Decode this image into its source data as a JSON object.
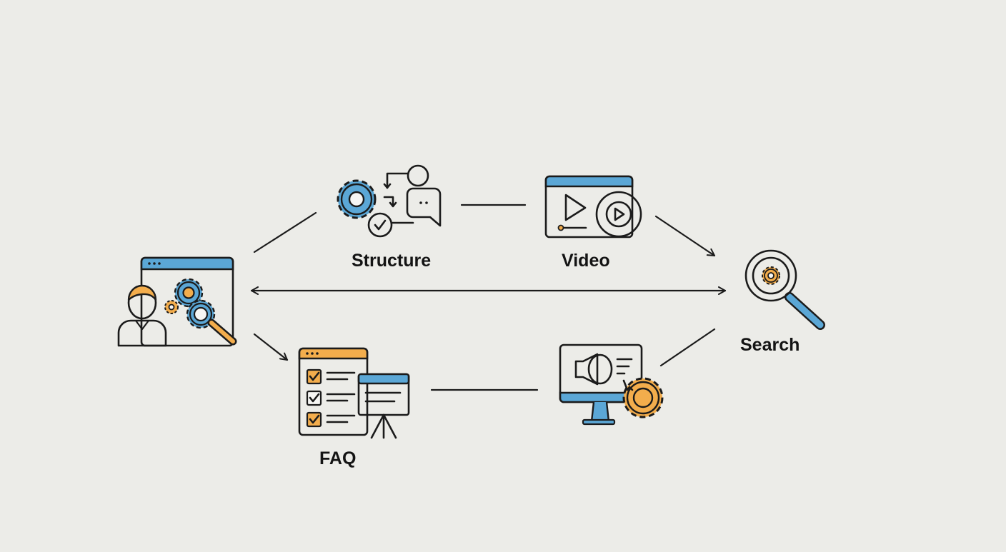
{
  "labels": {
    "structure": "Structure",
    "video": "Video",
    "search": "Search",
    "faq": "FAQ"
  },
  "icons": {
    "person": "person-with-gears-icon",
    "structure": "gear-chat-flow-icon",
    "video": "video-player-icon",
    "search": "magnifier-gear-icon",
    "faq": "checklist-board-icon",
    "monitor": "monitor-megaphone-gear-icon"
  },
  "colors": {
    "background": "#ecece8",
    "blue": "#5ba7d6",
    "orange": "#f3ad4c",
    "ink": "#1b1b1b",
    "panel": "#f6f6f4"
  }
}
